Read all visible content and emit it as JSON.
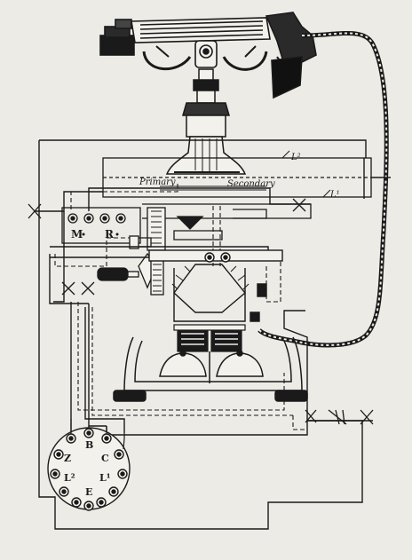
{
  "labels": {
    "primary": "Primary",
    "secondary": "Secondary",
    "l2_top": "L²",
    "l1_right": "L¹",
    "m": "M",
    "r": "R",
    "b": "B",
    "z": "Z",
    "c": "C",
    "l2_block": "L²",
    "l1_block": "L¹",
    "e": "E"
  },
  "colors": {
    "ink": "#1a1a1a",
    "paper": "#ecebe6"
  }
}
